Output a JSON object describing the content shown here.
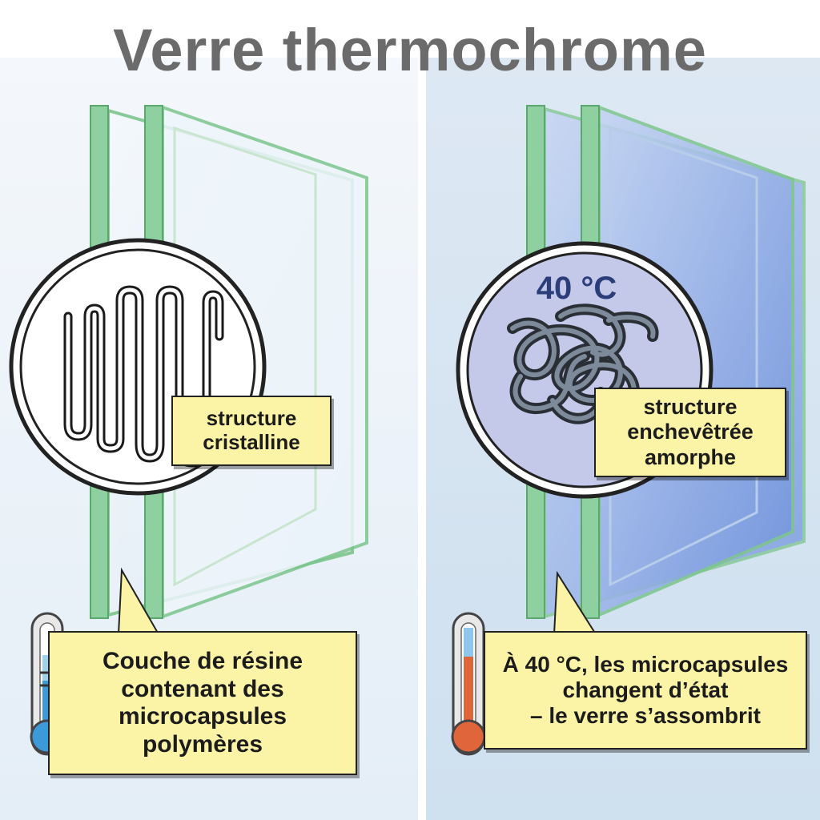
{
  "title": "Verre thermochrome",
  "left": {
    "structure_label": "structure\ncristalline",
    "description": "Couche de résine\ncontenant des\nmicrocapsules\npolymères"
  },
  "right": {
    "temperature": "40 °C",
    "structure_label": "structure\nenchevêtrée\namorphe",
    "description": "À 40 °C, les microcapsules\nchangent d’état\n– le verre s’assombrit"
  },
  "colors": {
    "glass_edge": "#7cc58d",
    "callout_fill": "#fbf3a6",
    "tinted_glass": "#7f9de0",
    "thermo_cold": "#3c9ad8",
    "thermo_hot": "#e0653a"
  }
}
